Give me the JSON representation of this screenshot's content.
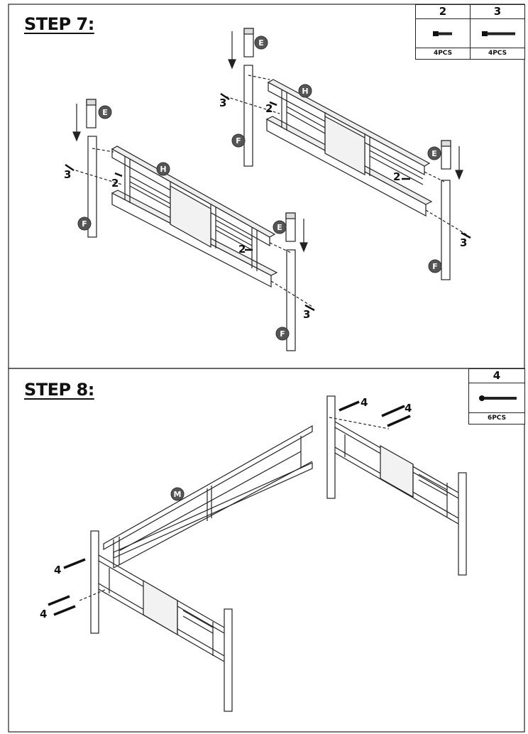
{
  "step7": {
    "title": "STEP 7:",
    "hardware": [
      {
        "number": "2",
        "quantity": "4PCS",
        "icon": "short-bolt-icon"
      },
      {
        "number": "3",
        "quantity": "4PCS",
        "icon": "long-bolt-icon"
      }
    ],
    "part_labels": {
      "E": "E",
      "F": "F",
      "H": "H"
    },
    "callouts": {
      "bolt2": "2",
      "bolt3": "3"
    }
  },
  "step8": {
    "title": "STEP 8:",
    "hardware": [
      {
        "number": "4",
        "quantity": "6PCS",
        "icon": "extra-long-bolt-icon"
      }
    ],
    "part_labels": {
      "M": "M"
    },
    "callouts": {
      "bolt4": "4"
    }
  }
}
